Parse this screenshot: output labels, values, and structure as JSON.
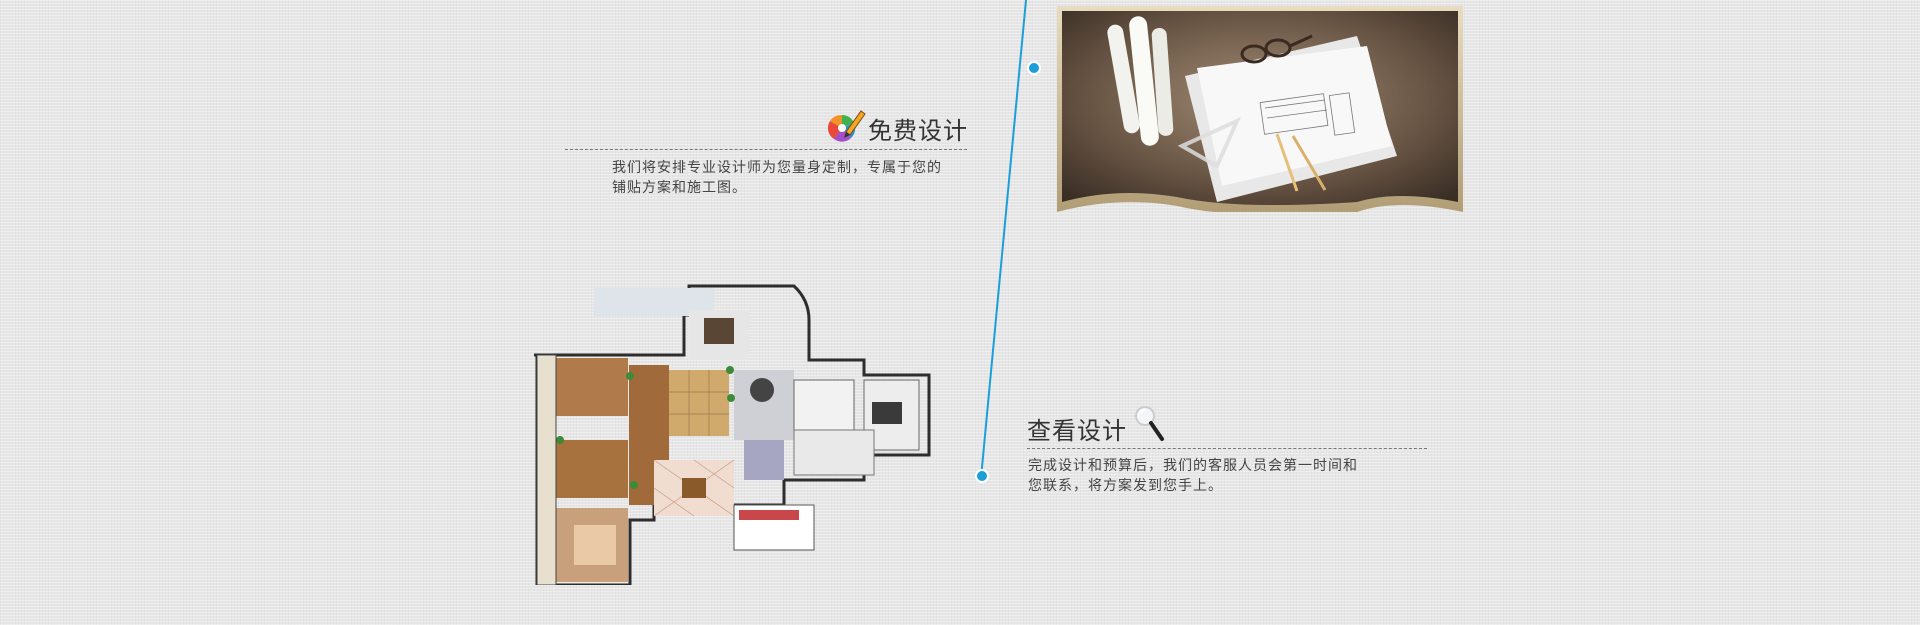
{
  "sections": [
    {
      "title": "免费设计",
      "description_line1": "我们将安排专业设计师为您量身定制，专属于您的",
      "description_line2": "铺贴方案和施工图。"
    },
    {
      "title": "查看设计",
      "description_line1": "完成设计和预算后，我们的客服人员会第一时间和",
      "description_line2": "您联系，将方案发到您手上。"
    }
  ],
  "icons": {
    "pencil": "pencil-icon",
    "magnifier": "magnifier-icon"
  },
  "colors": {
    "timeline": "#1a9fd8",
    "text": "#333333",
    "background": "#e6e6e6"
  }
}
